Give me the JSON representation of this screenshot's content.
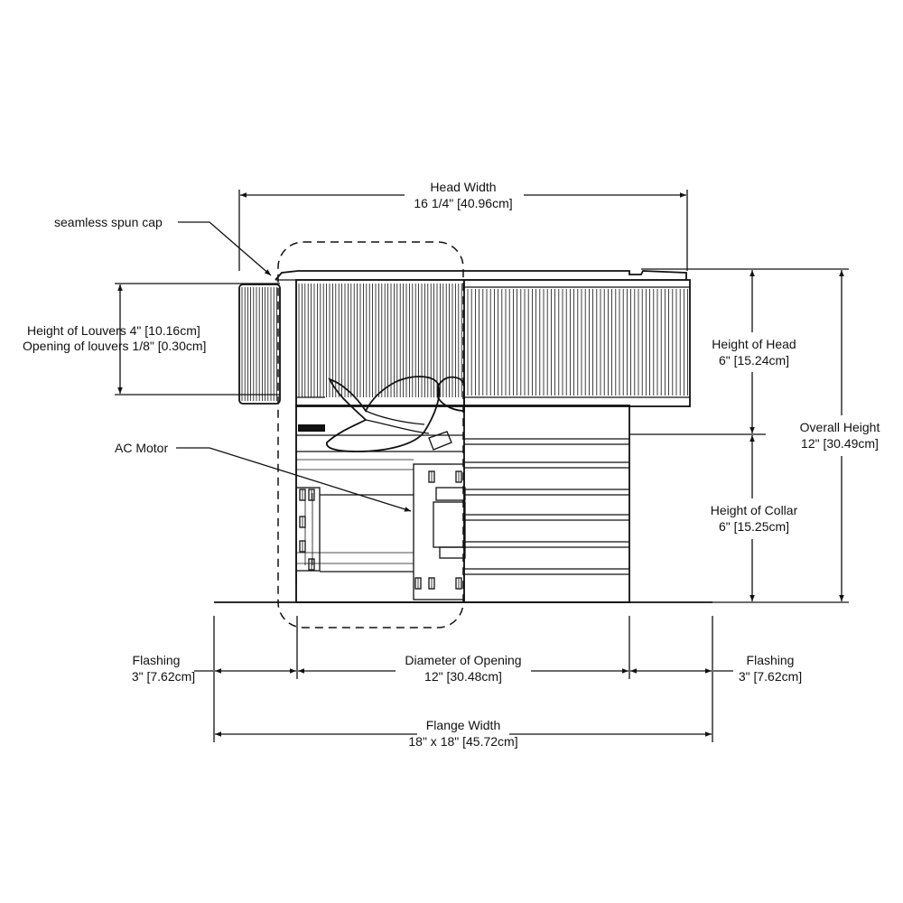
{
  "labels": {
    "head_width": "Head Width",
    "head_width_value": "16 1/4\" [40.96cm]",
    "seamless_cap": "seamless spun cap",
    "louvers_height": "Height of Louvers 4\" [10.16cm]",
    "louvers_opening": "Opening of louvers 1/8\" [0.30cm]",
    "ac_motor": "AC Motor",
    "head_height": "Height of Head",
    "head_height_value": "6\" [15.24cm]",
    "overall_height": "Overall Height",
    "overall_height_value": "12\" [30.49cm]",
    "collar_height": "Height of Collar",
    "collar_height_value": "6\" [15.25cm]",
    "flashing_left": "Flashing",
    "flashing_left_value": "3\" [7.62cm]",
    "diameter_opening": "Diameter of Opening",
    "diameter_opening_value": "12\" [30.48cm]",
    "flashing_right": "Flashing",
    "flashing_right_value": "3\" [7.62cm]",
    "flange_width": "Flange Width",
    "flange_width_value": "18\" x 18\" [45.72cm]"
  }
}
